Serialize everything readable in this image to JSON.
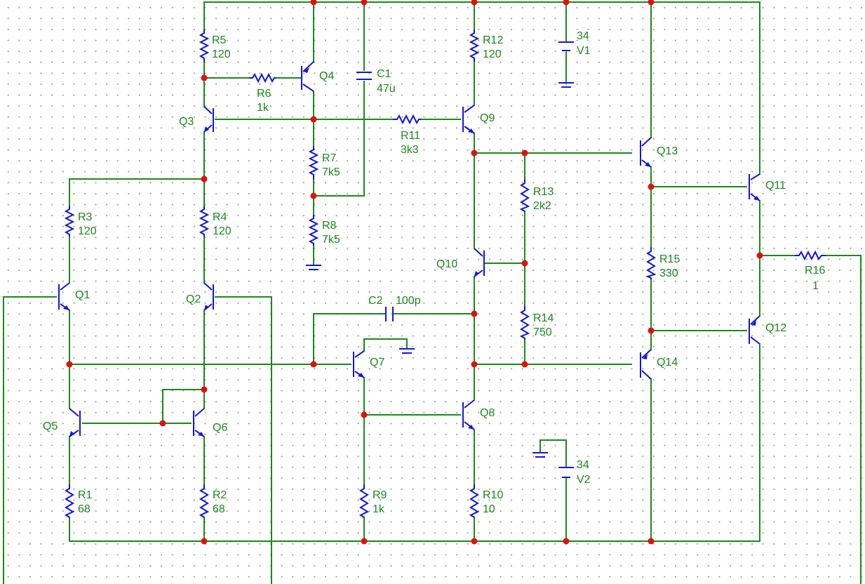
{
  "schematic": {
    "resistors": [
      {
        "id": "R5",
        "value": "120"
      },
      {
        "id": "R6",
        "value": "1k"
      },
      {
        "id": "R7",
        "value": "7k5"
      },
      {
        "id": "R8",
        "value": "7k5"
      },
      {
        "id": "R3",
        "value": "120"
      },
      {
        "id": "R4",
        "value": "120"
      },
      {
        "id": "R1",
        "value": "68"
      },
      {
        "id": "R2",
        "value": "68"
      },
      {
        "id": "R9",
        "value": "1k"
      },
      {
        "id": "R10",
        "value": "10"
      },
      {
        "id": "R11",
        "value": "3k3"
      },
      {
        "id": "R12",
        "value": "120"
      },
      {
        "id": "R13",
        "value": "2k2"
      },
      {
        "id": "R14",
        "value": "750"
      },
      {
        "id": "R15",
        "value": "330"
      },
      {
        "id": "R16",
        "value": "1"
      }
    ],
    "capacitors": [
      {
        "id": "C1",
        "value": "47u"
      },
      {
        "id": "C2",
        "value": "100p"
      }
    ],
    "sources": [
      {
        "id": "V1",
        "value": "34"
      },
      {
        "id": "V2",
        "value": "34"
      }
    ],
    "transistors": [
      "Q1",
      "Q2",
      "Q3",
      "Q4",
      "Q5",
      "Q6",
      "Q7",
      "Q8",
      "Q9",
      "Q10",
      "Q11",
      "Q12",
      "Q13",
      "Q14"
    ],
    "colors": {
      "wire": "#1a8a1a",
      "component": "#1515d8",
      "node": "#e01010",
      "label": "#1a8a1a"
    }
  }
}
